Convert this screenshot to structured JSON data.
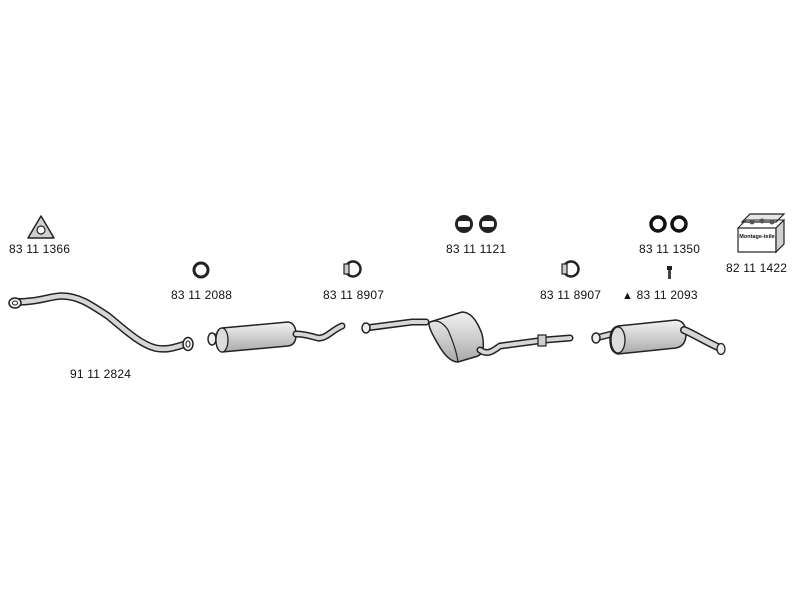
{
  "parts": [
    {
      "id": "p1",
      "number": "83 11 1366",
      "icon": "triangular-flange-gasket-icon"
    },
    {
      "id": "p2",
      "number": "83 11 2088",
      "icon": "ring-gasket-icon"
    },
    {
      "id": "p3",
      "number": "83 11 8907",
      "icon": "pipe-clamp-icon"
    },
    {
      "id": "p4",
      "number": "83 11 1121",
      "icon": "rubber-hanger-pair-icon"
    },
    {
      "id": "p5",
      "number": "83 11 8907",
      "icon": "pipe-clamp-icon"
    },
    {
      "id": "p6",
      "number": "83 11 1350",
      "icon": "rubber-ring-pair-icon"
    },
    {
      "id": "p7",
      "number": "83 11 2093",
      "icon": "bolt-icon",
      "marker": "▲"
    },
    {
      "id": "p8",
      "number": "82 11 1422",
      "icon": "mounting-kit-box-icon",
      "box_text": "Montage-teile"
    },
    {
      "id": "p9",
      "number": "91 11 2824",
      "icon": "front-pipe-icon"
    }
  ],
  "colors": {
    "line": "#222222",
    "fill": "#d9d9d9",
    "background": "#ffffff"
  }
}
